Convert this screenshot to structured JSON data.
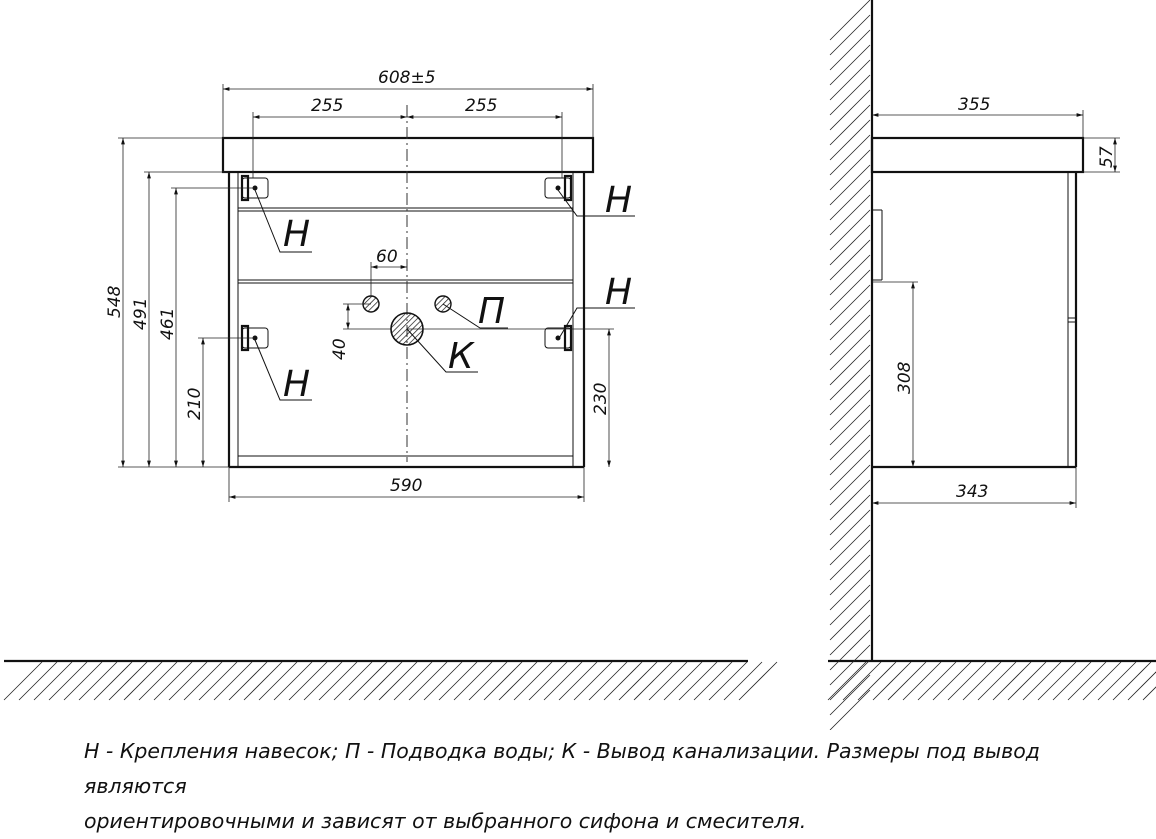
{
  "dims": {
    "total_width": "608±5",
    "half_left": "255",
    "half_right": "255",
    "bottom_width": "590",
    "pipe_offset_h": "60",
    "pipe_offset_v": "40",
    "height_548": "548",
    "height_491": "491",
    "height_461": "461",
    "height_210": "210",
    "height_230": "230",
    "side_top_depth": "355",
    "side_thickness": "57",
    "side_inner_height": "308",
    "side_bottom_depth": "343"
  },
  "labels": {
    "mount": "Н",
    "water": "П",
    "drain": "К"
  },
  "legend": {
    "line1": "Н - Крепления навесок; П - Подводка воды; К - Вывод канализации. Размеры под вывод являются",
    "line2": "ориентировочными и зависят от выбранного сифона и смесителя."
  }
}
